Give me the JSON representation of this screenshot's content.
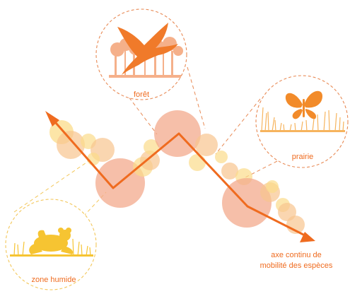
{
  "colors": {
    "arrow": "#ef6b1f",
    "bubble_large": "#f3a98c",
    "bubble_mid": "#f8c48f",
    "bubble_small": "#fbdc8a",
    "bird": "#f07a2a",
    "trees": "#f5b08a",
    "butterfly": "#f28b2a",
    "grass_prairie": "#f6b45e",
    "frog": "#f6c432",
    "label": "#ef6b1f",
    "ring": "#e88a55",
    "ring_humide": "#f3c75a"
  },
  "habitats": {
    "foret": {
      "label": "forêt",
      "icon": "bird-over-forest-icon"
    },
    "prairie": {
      "label": "prairie",
      "icon": "butterfly-over-grass-icon"
    },
    "zone_humide": {
      "label": "zone humide",
      "icon": "frog-in-reeds-icon"
    }
  },
  "axis_label": {
    "line1": "axe continu de",
    "line2": "mobilité des espèces"
  }
}
